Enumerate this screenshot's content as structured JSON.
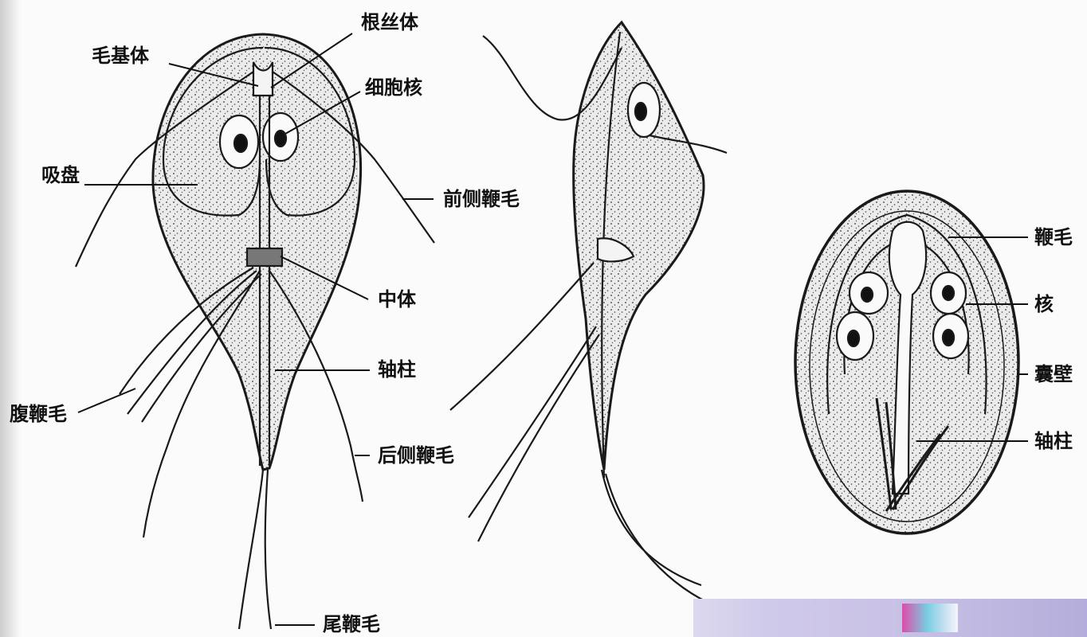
{
  "labels": {
    "rhizoplast": "根丝体",
    "basal_body": "毛基体",
    "nucleus_trophozoite": "细胞核",
    "sucking_disc": "吸盘",
    "anterior_lateral_flagella": "前侧鞭毛",
    "median_body": "中体",
    "axostyle_trophozoite": "轴柱",
    "ventral_flagella": "腹鞭毛",
    "posterior_lateral_flagella": "后侧鞭毛",
    "caudal_flagella": "尾鞭毛",
    "flagella_cyst": "鞭毛",
    "nucleus_cyst": "核",
    "cyst_wall": "囊壁",
    "axostyle_cyst": "轴柱"
  },
  "colors": {
    "ink": "#1a1a1a",
    "stipple_fill": "#e9e9e9",
    "background": "#fbfbfb"
  }
}
